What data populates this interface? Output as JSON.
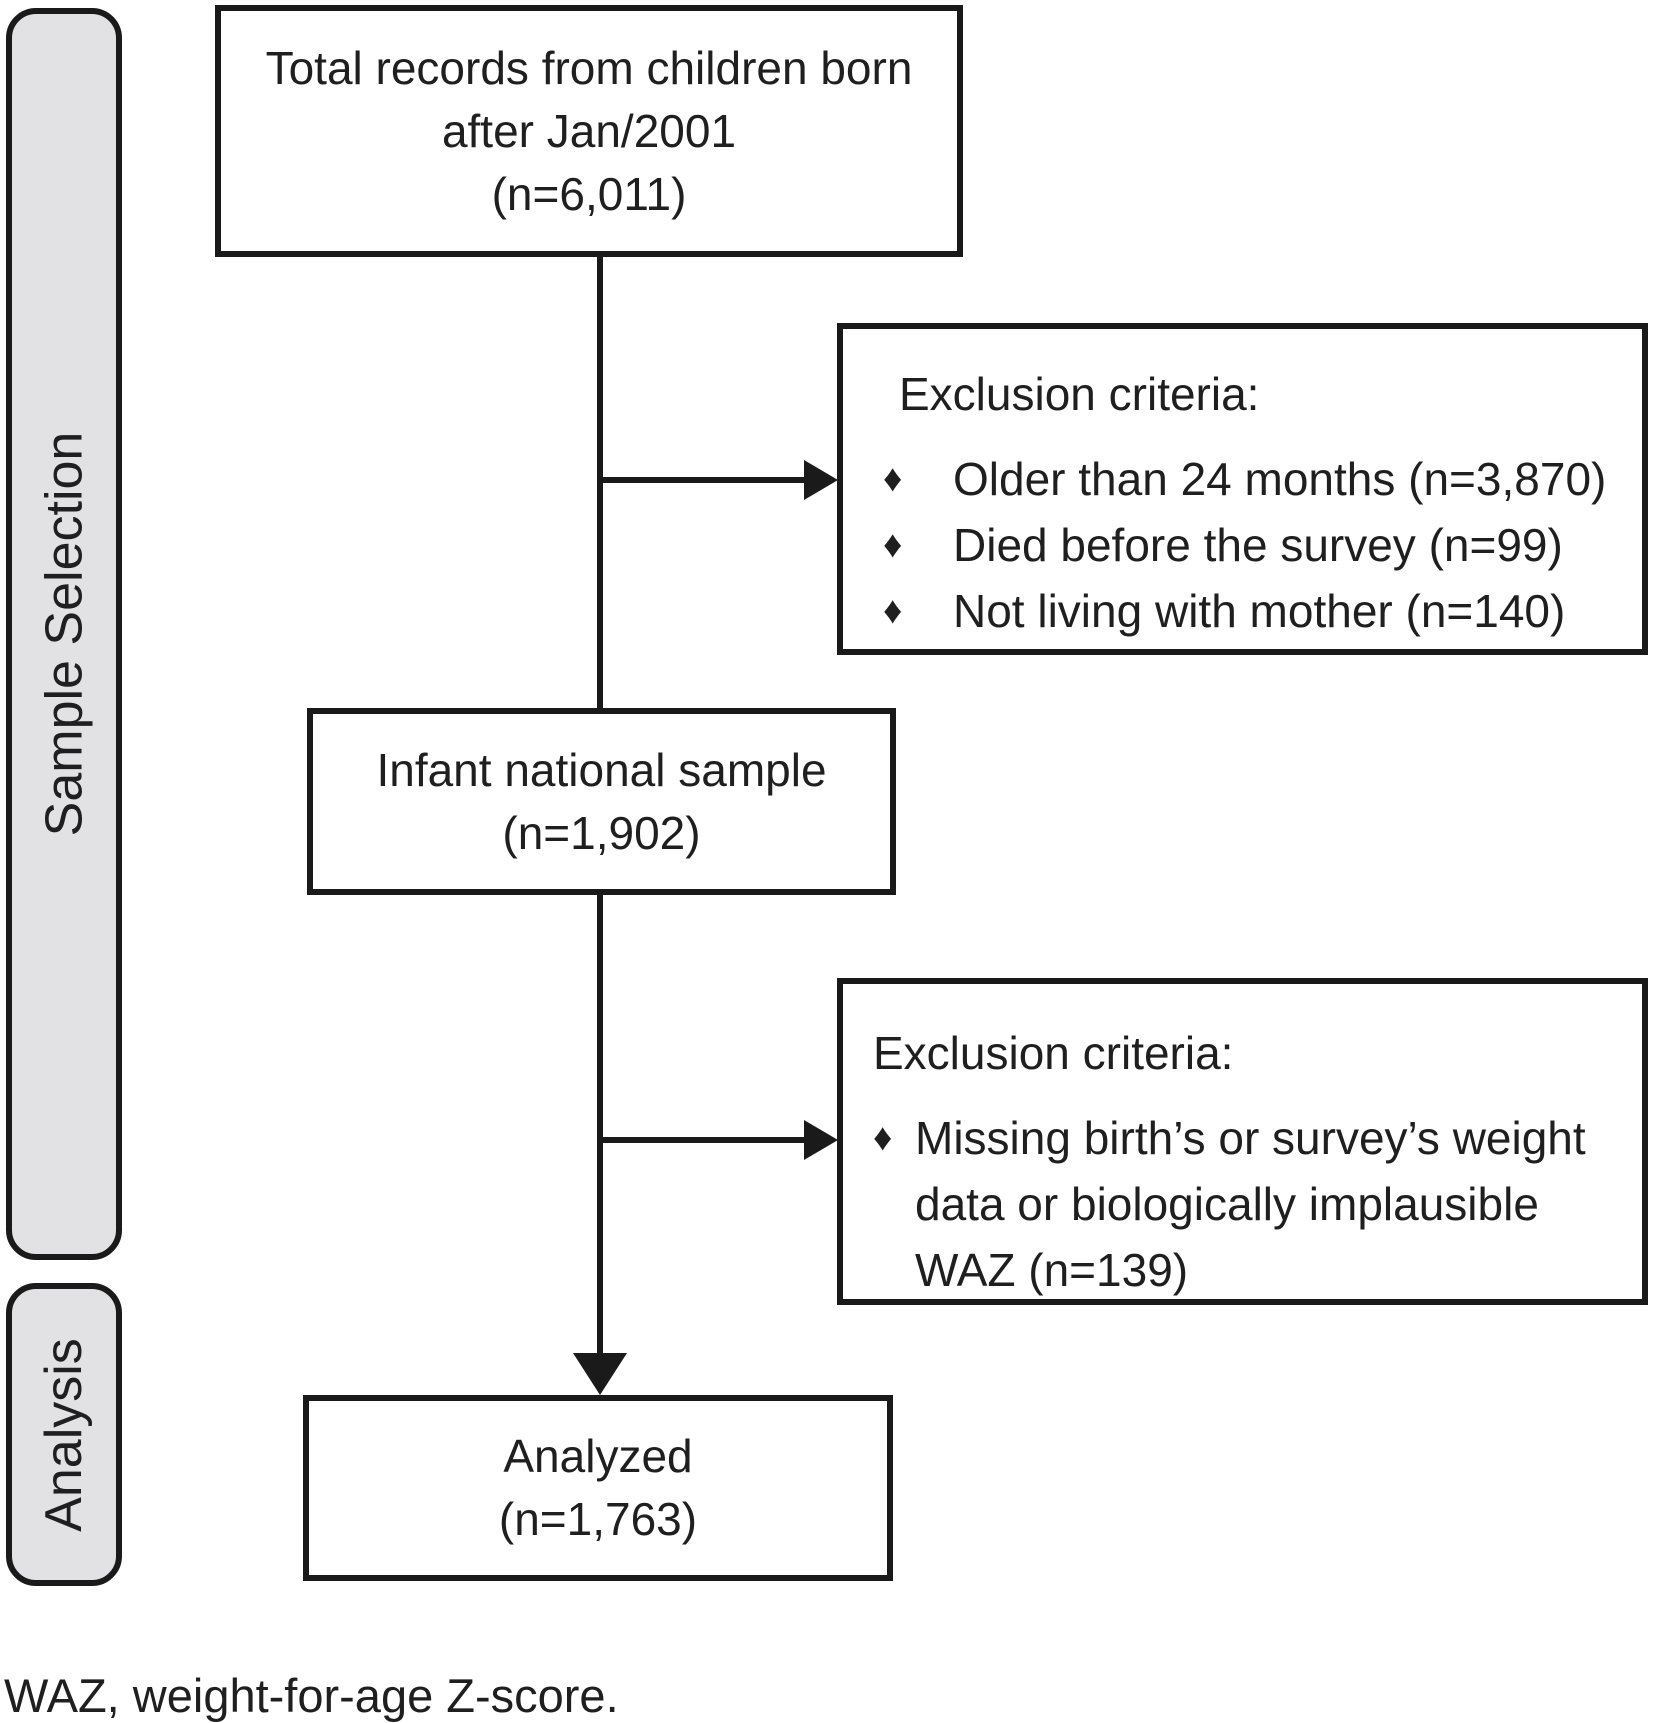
{
  "sidebar": {
    "sections": [
      {
        "label": "Sample Selection"
      },
      {
        "label": "Analysis"
      }
    ]
  },
  "flow": {
    "top_box": {
      "lines": [
        "Total records from children born",
        "after Jan/2001",
        "(n=6,011)"
      ]
    },
    "exclusion_box_1": {
      "heading": "Exclusion criteria:",
      "bullets": [
        "Older than 24 months (n=3,870)",
        "Died before the survey (n=99)",
        "Not living with mother (n=140)"
      ]
    },
    "middle_box": {
      "lines": [
        "Infant national sample",
        "(n=1,902)"
      ]
    },
    "exclusion_box_2": {
      "heading": "Exclusion criteria:",
      "bullets": [
        "Missing birth’s or survey’s weight data or biologically implausible WAZ (n=139)"
      ]
    },
    "bottom_box": {
      "lines": [
        "Analyzed",
        "(n=1,763)"
      ]
    },
    "footnote": "WAZ, weight-for-age Z-score."
  },
  "icons": {
    "bullet": "♦"
  },
  "colors": {
    "background": "#ffffff",
    "border": "#1a1a1a",
    "sidebar_fill": "#e2e2e4",
    "text": "#1f1f1f"
  }
}
